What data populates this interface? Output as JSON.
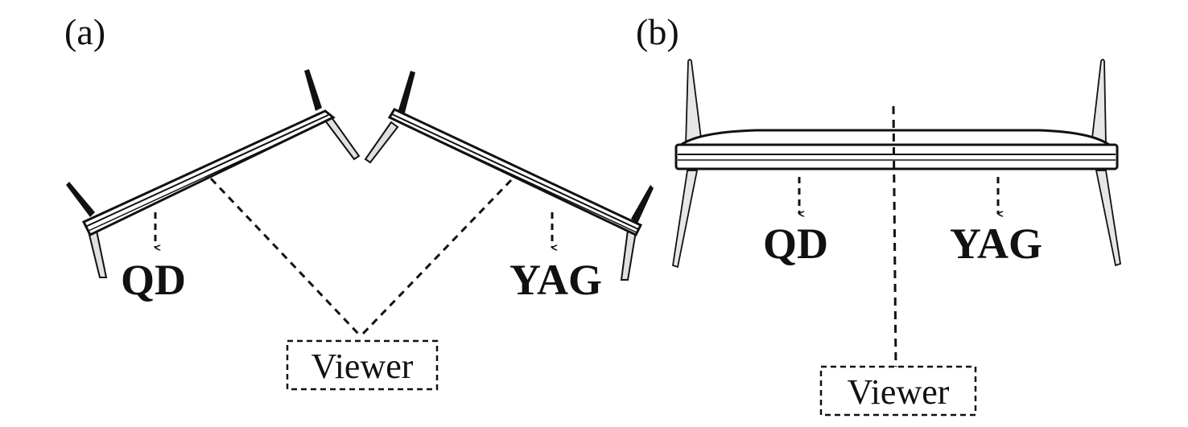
{
  "panel_a": {
    "label": "(a)",
    "left_tv": "QD",
    "right_tv": "YAG",
    "viewer": "Viewer"
  },
  "panel_b": {
    "label": "(b)",
    "left_tv": "QD",
    "right_tv": "YAG",
    "viewer": "Viewer"
  },
  "colors": {
    "ink": "#111111",
    "leg": "#dedede",
    "background": "#ffffff"
  }
}
